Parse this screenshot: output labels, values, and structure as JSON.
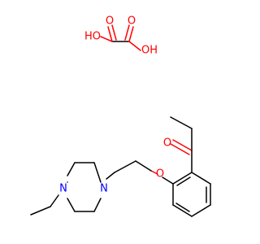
{
  "colors": {
    "background": "#ffffff",
    "carbon_bond": "#000000",
    "oxygen": "#ff0000",
    "nitrogen": "#0000ff"
  },
  "atoms": {
    "oxalic_oh_left": "HO",
    "oxalic_oh_right": "OH",
    "oxalic_o_top_left": "O",
    "oxalic_o_top_right": "O",
    "ketone_o": "O",
    "ether_o": "O",
    "piperazine_n1": "N",
    "piperazine_n4": "N"
  }
}
